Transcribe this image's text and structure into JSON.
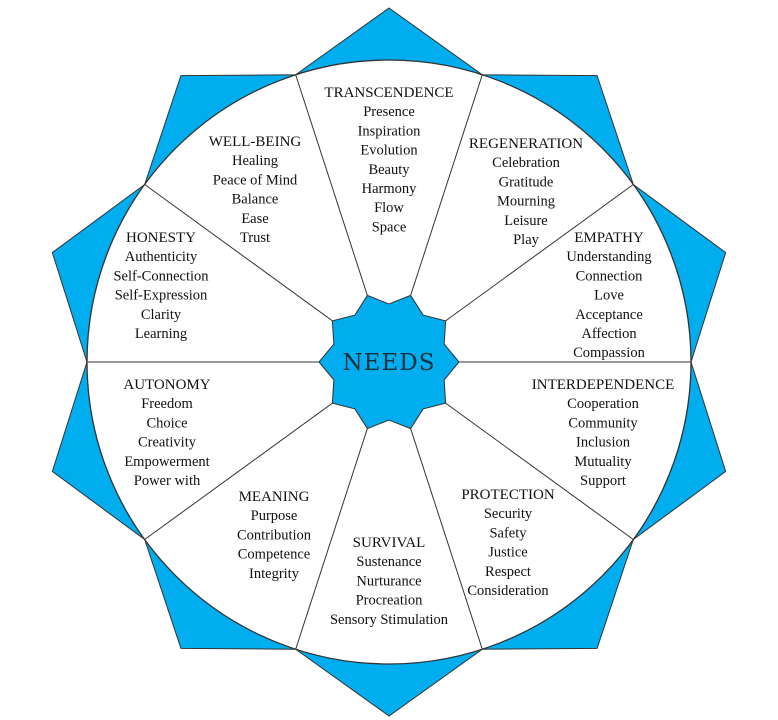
{
  "colors": {
    "accent": "#00aeef",
    "stroke": "#333333",
    "center_text": "#13303d"
  },
  "center": {
    "label": "NEEDS"
  },
  "categories": [
    {
      "title": "TRANSCENDENCE",
      "items": [
        "Presence",
        "Inspiration",
        "Evolution",
        "Beauty",
        "Harmony",
        "Flow",
        "Space"
      ]
    },
    {
      "title": "REGENERATION",
      "items": [
        "Celebration",
        "Gratitude",
        "Mourning",
        "Leisure",
        "Play"
      ]
    },
    {
      "title": "EMPATHY",
      "items": [
        "Understanding",
        "Connection",
        "Love",
        "Acceptance",
        "Affection",
        "Compassion"
      ]
    },
    {
      "title": "INTERDEPENDENCE",
      "items": [
        "Cooperation",
        "Community",
        "Inclusion",
        "Mutuality",
        "Support"
      ]
    },
    {
      "title": "PROTECTION",
      "items": [
        "Security",
        "Safety",
        "Justice",
        "Respect",
        "Consideration"
      ]
    },
    {
      "title": "SURVIVAL",
      "items": [
        "Sustenance",
        "Nurturance",
        "Procreation",
        "Sensory Stimulation"
      ]
    },
    {
      "title": "MEANING",
      "items": [
        "Purpose",
        "Contribution",
        "Competence",
        "Integrity"
      ]
    },
    {
      "title": "AUTONOMY",
      "items": [
        "Freedom",
        "Choice",
        "Creativity",
        "Empowerment",
        "Power with"
      ]
    },
    {
      "title": "HONESTY",
      "items": [
        "Authenticity",
        "Self-Connection",
        "Self-Expression",
        "Clarity",
        "Learning"
      ]
    },
    {
      "title": "WELL-BEING",
      "items": [
        "Healing",
        "Peace of Mind",
        "Balance",
        "Ease",
        "Trust"
      ]
    }
  ]
}
